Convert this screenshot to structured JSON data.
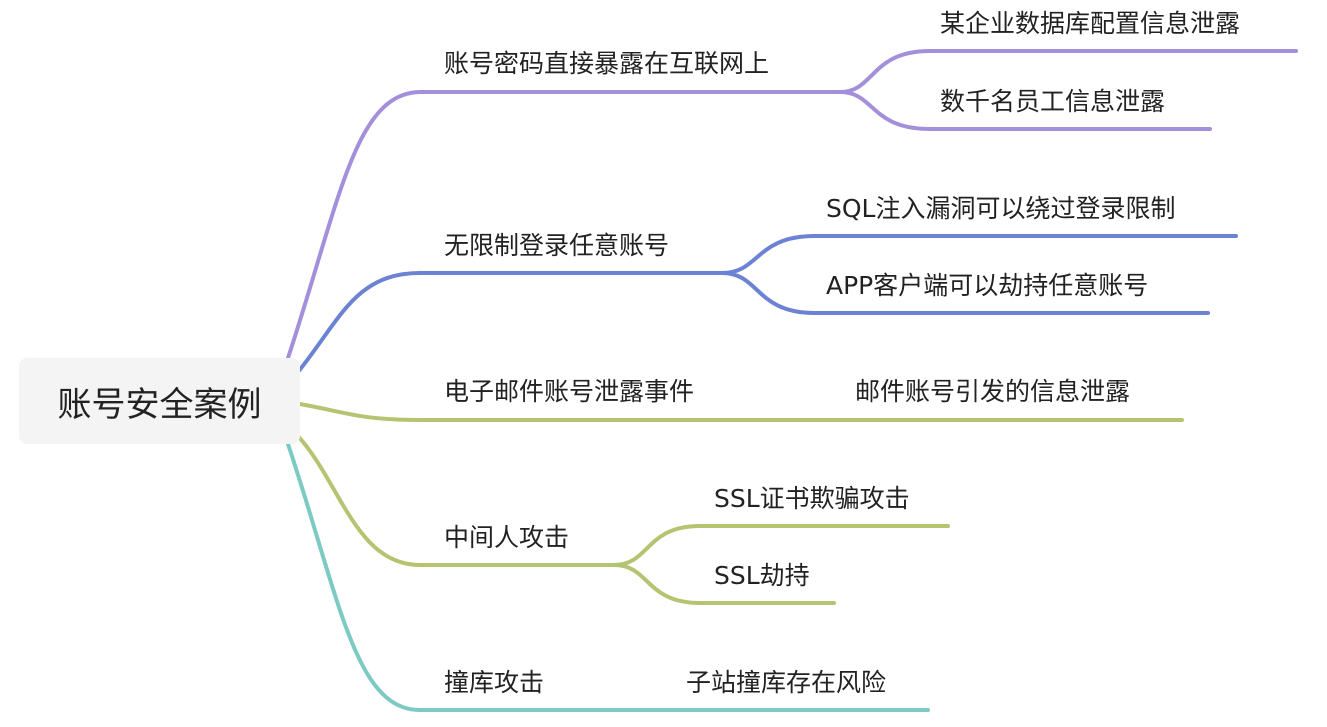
{
  "root": {
    "label": "账号安全案例"
  },
  "colors": {
    "purple": "#a48fdb",
    "blue": "#6c82d4",
    "olive": "#b5c471",
    "teal": "#7ccac3"
  },
  "branches": [
    {
      "label": "账号密码直接暴露在互联网上",
      "color": "purple",
      "children": [
        "某企业数据库配置信息泄露",
        "数千名员工信息泄露"
      ]
    },
    {
      "label": "无限制登录任意账号",
      "color": "blue",
      "children": [
        "SQL注入漏洞可以绕过登录限制",
        "APP客户端可以劫持任意账号"
      ]
    },
    {
      "label": "电子邮件账号泄露事件",
      "color": "olive",
      "children": [
        "邮件账号引发的信息泄露"
      ]
    },
    {
      "label": "中间人攻击",
      "color": "olive",
      "children": [
        "SSL证书欺骗攻击",
        "SSL劫持"
      ]
    },
    {
      "label": "撞库攻击",
      "color": "teal",
      "children": [
        "子站撞库存在风险"
      ]
    }
  ]
}
